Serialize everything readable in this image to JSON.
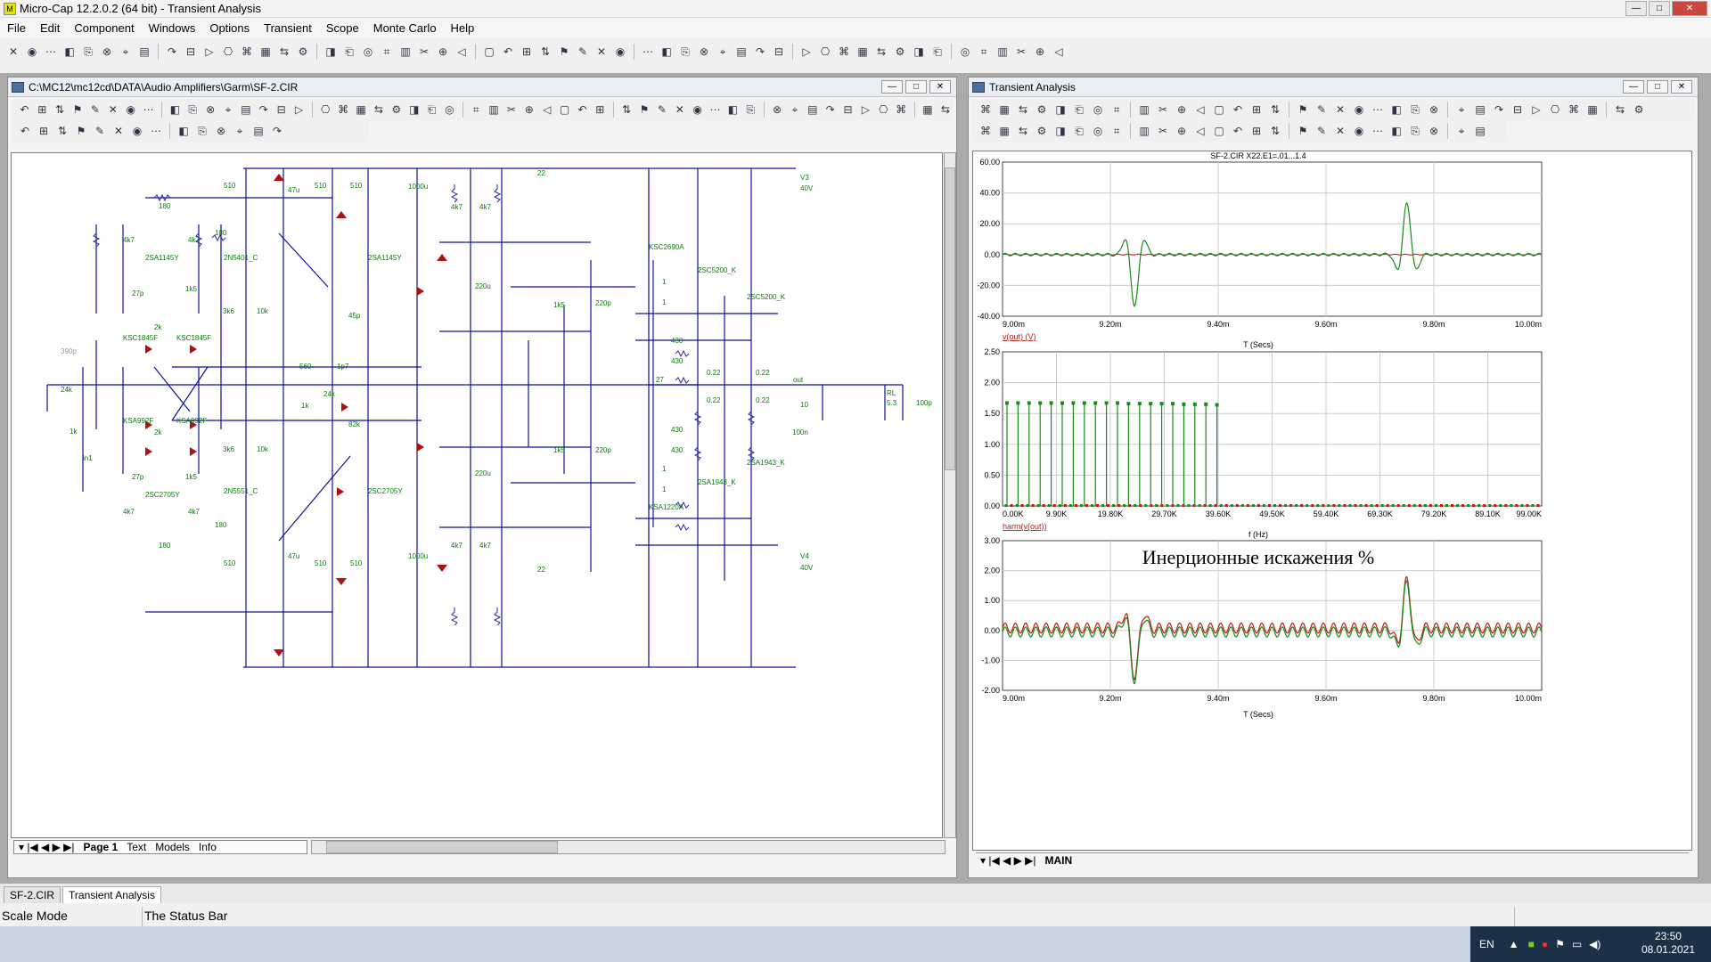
{
  "window": {
    "title": "Micro-Cap 12.2.0.2 (64 bit) - Transient Analysis"
  },
  "menu": [
    "File",
    "Edit",
    "Component",
    "Windows",
    "Options",
    "Transient",
    "Scope",
    "Monte Carlo",
    "Help"
  ],
  "schematic": {
    "title": "C:\\MC12\\mc12cd\\DATA\\Audio Amplifiers\\Garm\\SF-2.CIR",
    "tabs": [
      "Page 1",
      "Text",
      "Models",
      "Info"
    ],
    "labels": {
      "r510a": "510",
      "c47u": "47u",
      "r510b": "510",
      "r510c": "510",
      "c1000u": "1000u",
      "r22a": "22",
      "v3": "V3",
      "v3val": "40V",
      "r180a": "180",
      "r4k7a": "4k7",
      "r4k7b": "4k7",
      "r180b": "180",
      "q2sa1145a": "2SA1145Y",
      "q2n5401": "2N5401_C",
      "q2sa1145b": "2SA1145Y",
      "c27pa": "27p",
      "r1k5a": "1k5",
      "r2ka": "2k",
      "qksc1845a": "KSC1845F",
      "qksc1845b": "KSC1845F",
      "c390p": "390p",
      "r24ka": "24k",
      "r3k6a": "3k6",
      "r10ka": "10k",
      "c45p": "45p",
      "r4k7c": "4k7",
      "r4k7d": "4k7",
      "c220ua": "220u",
      "r1k5b": "1k5",
      "c220pa": "220p",
      "qksc2690": "KSC2690A",
      "q2sc5200a": "2SC5200_K",
      "q2sc5200b": "2SC5200_K",
      "r1a": "1",
      "r1b": "1",
      "r430a": "430",
      "r430b": "430",
      "r022a": "0.22",
      "r022b": "0.22",
      "r022c": "0.22",
      "r022d": "0.22",
      "r560": "560",
      "c1p7": "1p7",
      "r24kb": "24k",
      "r27": "27",
      "out": "out",
      "r10": "10",
      "rl": "RL",
      "rl5": "5.3",
      "c100p": "100p",
      "c100n": "100n",
      "r1kb": "1k",
      "r1kc": "1k",
      "r82k": "82k",
      "qksa992a": "KSA992F",
      "qksa992b": "KSA992F",
      "r2kb": "2k",
      "c27pb": "27p",
      "r1k5c": "1k5",
      "q2sc2705a": "2SC2705Y",
      "q2n5551": "2N5551_C",
      "q2sc2705b": "2SC2705Y",
      "r3k6b": "3k6",
      "r10kb": "10k",
      "c220ub": "220u",
      "r1k5d": "1k5",
      "c220pb": "220p",
      "r430c": "430",
      "r430d": "430",
      "r1c": "1",
      "r1d": "1",
      "q2sa1943a": "2SA1943_K",
      "q2sa1943b": "2SA1943_K",
      "qksa1220": "KSA1220A",
      "r180c": "180",
      "r180d": "180",
      "r4k7e": "4k7",
      "r4k7f": "4k7",
      "r510d": "510",
      "c47ub": "47u",
      "r510e": "510",
      "r510f": "510",
      "c1000ub": "1000u",
      "r22b": "22",
      "r4k7g": "4k7",
      "r4k7h": "4k7",
      "v4": "V4",
      "v4val": "40V",
      "in1": "in1"
    }
  },
  "analysis": {
    "title": "Transient Analysis",
    "tab": "MAIN",
    "plot1": {
      "header": "SF-2.CIR X22.E1=.01...1.4",
      "yticks": [
        "60.00",
        "40.00",
        "20.00",
        "0.00",
        "-20.00",
        "-40.00"
      ],
      "xticks": [
        "9.00m",
        "9.20m",
        "9.40m",
        "9.60m",
        "9.80m",
        "10.00m"
      ],
      "trace": "v(out) (V)",
      "xlabel": "T (Secs)"
    },
    "plot2": {
      "yticks": [
        "2.50",
        "2.00",
        "1.50",
        "1.00",
        "0.50",
        "0.00"
      ],
      "xticks": [
        "0.00K",
        "9.90K",
        "19.80K",
        "29.70K",
        "39.60K",
        "49.50K",
        "59.40K",
        "69.30K",
        "79.20K",
        "89.10K",
        "99.00K"
      ],
      "trace": "harm(v(out))",
      "xlabel": "f (Hz)"
    },
    "plot3": {
      "yticks": [
        "3.00",
        "2.00",
        "1.00",
        "0.00",
        "-1.00",
        "-2.00"
      ],
      "xticks": [
        "9.00m",
        "9.20m",
        "9.40m",
        "9.60m",
        "9.80m",
        "10.00m"
      ],
      "annotation": "Инерционные искажения %",
      "xlabel": "T (Secs)"
    }
  },
  "doc_tabs": [
    "SF-2.CIR",
    "Transient Analysis"
  ],
  "status": {
    "mode": "Scale Mode",
    "text": "The Status Bar"
  },
  "taskbar": {
    "lang": "EN",
    "time": "23:50",
    "date": "08.01.2021"
  },
  "colors": {
    "green": "#1a8a1a",
    "red": "#c21818",
    "schematic_wire": "#0000a0",
    "schematic_text": "#008000"
  },
  "chart_data": [
    {
      "type": "line",
      "title": "SF-2.CIR X22.E1=.01...1.4",
      "xlabel": "T (Secs)",
      "xlim": [
        0.009,
        0.01
      ],
      "ylim": [
        -40,
        60
      ],
      "series": [
        {
          "name": "v(out) (V)",
          "description": "sinusoidal burst with transients near 9.25m (min ≈ -33) and 9.75m (max ≈ 33)"
        }
      ]
    },
    {
      "type": "bar",
      "xlabel": "f (Hz)",
      "xlim": [
        0,
        99000
      ],
      "ylim": [
        0,
        2.5
      ],
      "series": [
        {
          "name": "harm(v(out))",
          "values": [
            1.67,
            1.67,
            1.67,
            1.67,
            1.67,
            1.67,
            1.67,
            1.67,
            1.67,
            1.67,
            1.67,
            1.66,
            1.66,
            1.66,
            1.66,
            1.66,
            1.65,
            1.65,
            1.65,
            1.64
          ]
        }
      ]
    },
    {
      "type": "line",
      "xlabel": "T (Secs)",
      "xlim": [
        0.009,
        0.01
      ],
      "ylim": [
        -2,
        3
      ],
      "series": [
        {
          "description": "distortion % oscillating ~±0.2 with spikes ≈ 1.7 / -1.5 near 9.25m and 9.75m"
        }
      ]
    }
  ]
}
